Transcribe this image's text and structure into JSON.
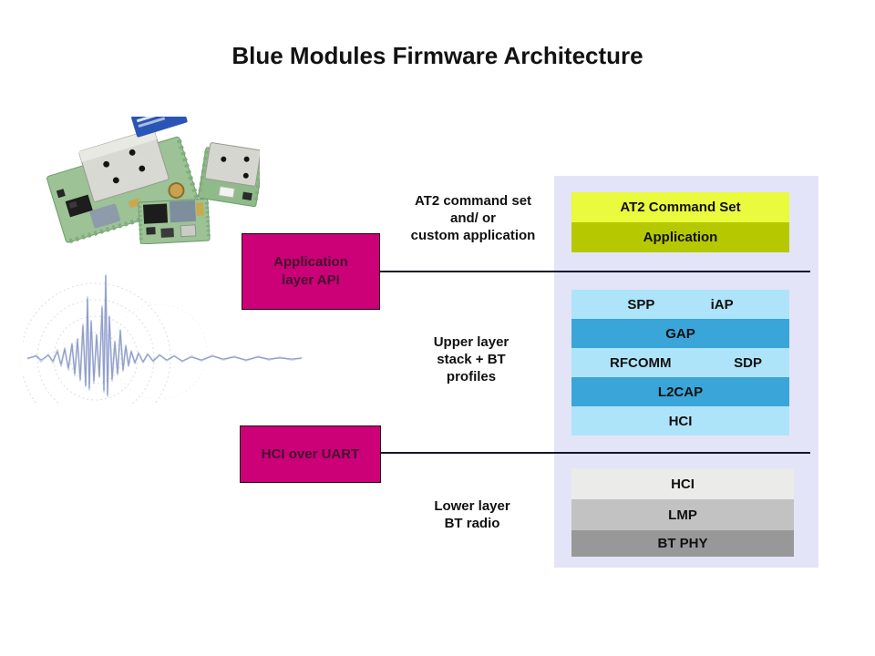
{
  "title": "Blue Modules Firmware Architecture",
  "annotations": {
    "at2": "AT2 command set\nand/ or\ncustom application",
    "upper": "Upper layer\nstack + BT\nprofiles",
    "lower": "Lower layer\nBT radio"
  },
  "callouts": {
    "application_layer_api": "Application\nlayer API",
    "hci_over_uart": "HCI over UART"
  },
  "right_panel": {
    "app_group": {
      "rows": [
        {
          "label": "AT2 Command Set"
        },
        {
          "label": "Application"
        }
      ]
    },
    "bt_stack": {
      "rows": [
        {
          "labels": [
            "SPP",
            "iAP"
          ]
        },
        {
          "labels": [
            "GAP"
          ]
        },
        {
          "labels": [
            "RFCOMM",
            "SDP"
          ]
        },
        {
          "labels": [
            "L2CAP"
          ]
        },
        {
          "labels": [
            "HCI"
          ]
        }
      ]
    },
    "radio_stack": {
      "rows": [
        {
          "label": "HCI"
        },
        {
          "label": "LMP"
        },
        {
          "label": "BT PHY"
        }
      ]
    }
  },
  "colors": {
    "magenta_box": "#CC0077",
    "panel_lavender": "#E4E4F8",
    "bright_yellow": "#EAFA3D",
    "olive_yellow": "#B6C900",
    "light_blue": "#AEE4FA",
    "medium_blue": "#3AA5D9",
    "light_gray": "#EBEBE9",
    "medium_gray": "#C2C2C2",
    "dark_gray": "#989898",
    "line_black": "#15152a"
  }
}
